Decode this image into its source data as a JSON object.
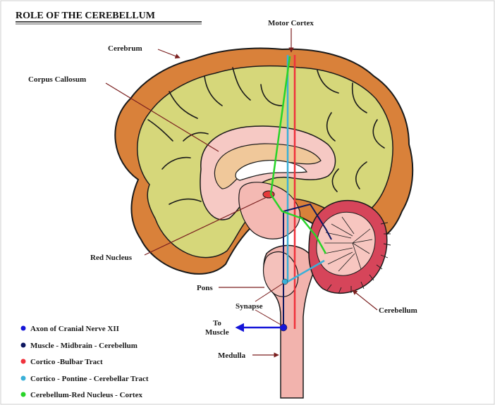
{
  "title": "ROLE OF THE CEREBELLUM",
  "labels": {
    "motor_cortex": "Motor Cortex",
    "cerebrum": "Cerebrum",
    "corpus_callosum": "Corpus Callosum",
    "red_nucleus": "Red Nucleus",
    "pons": "Pons",
    "synapse": "Synapse",
    "to_muscle_1": "To",
    "to_muscle_2": "Muscle",
    "cerebellum": "Cerebellum",
    "medulla": "Medulla"
  },
  "legend": [
    {
      "text": "Axon of Cranial Nerve  XII",
      "color": "#1515d8"
    },
    {
      "text": "Muscle - Midbrain - Cerebellum",
      "color": "#0c1660"
    },
    {
      "text": "Cortico -Bulbar Tract",
      "color": "#f0323c"
    },
    {
      "text": "Cortico - Pontine - Cerebellar Tract",
      "color": "#3ab0d8"
    },
    {
      "text": "Cerebellum-Red Nucleus - Cortex",
      "color": "#28d428"
    }
  ],
  "colors": {
    "cortex_outer": "#d9813a",
    "cortex_inner": "#d6d77a",
    "limbic_pink": "#f6c9c4",
    "cerebellum_pink": "#f2b3ad",
    "arbor_red": "#d6455a",
    "leader_line": "#7a1f1f"
  }
}
